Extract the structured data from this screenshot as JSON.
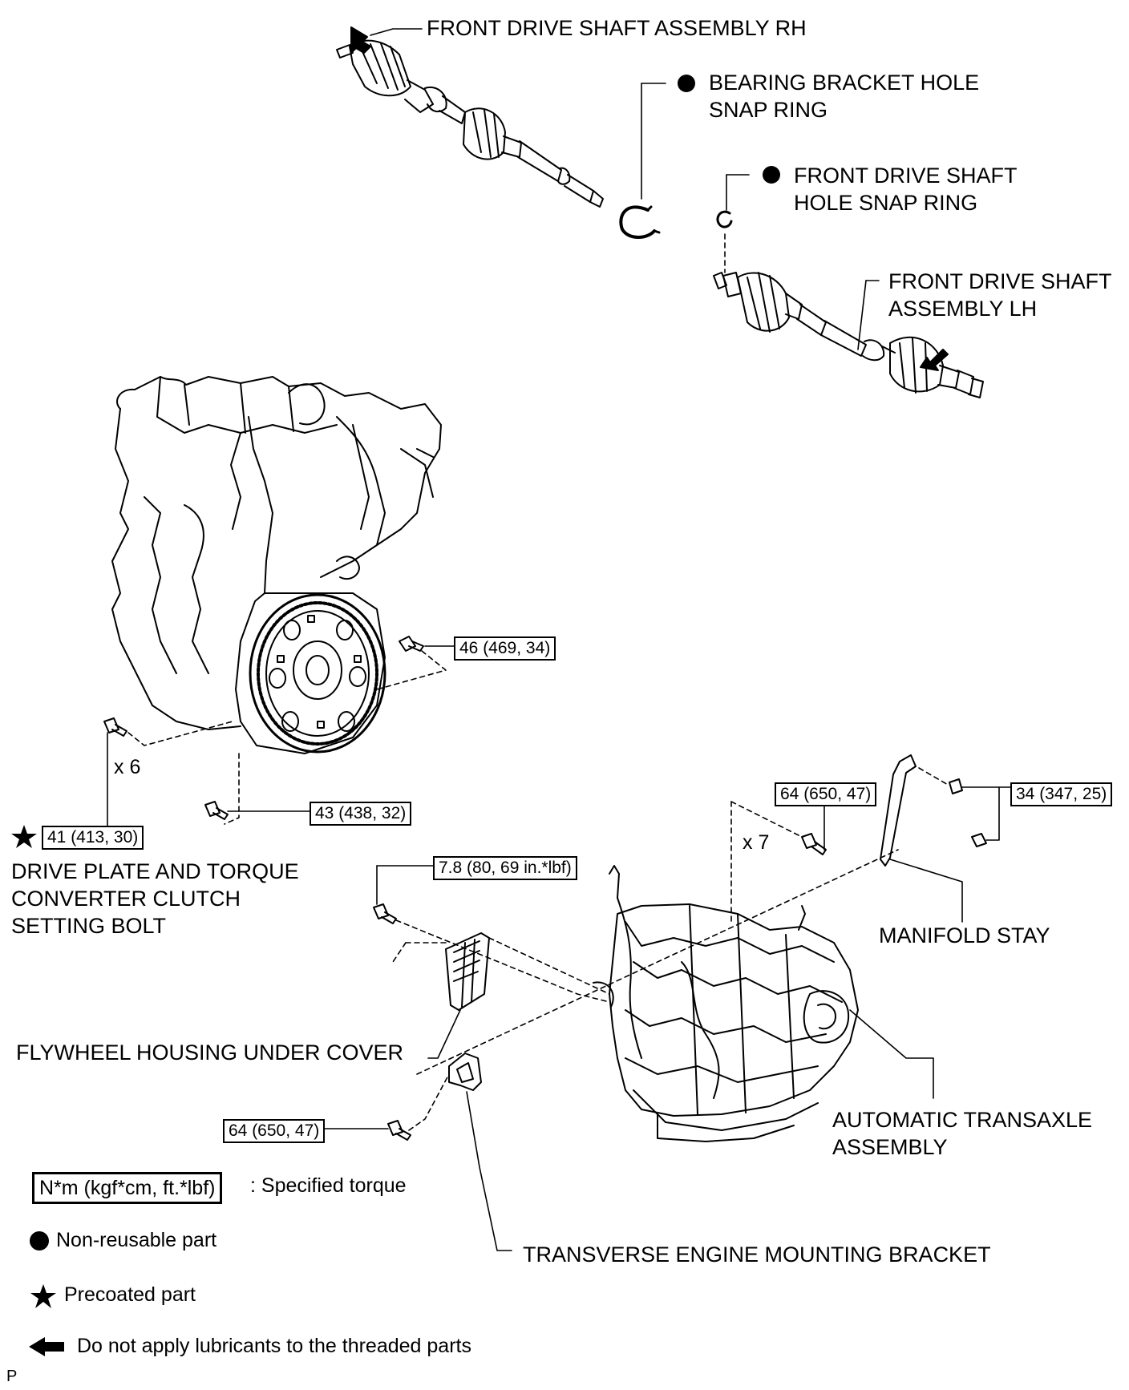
{
  "labels": {
    "shaft_rh": "FRONT DRIVE SHAFT ASSEMBLY RH",
    "bearing_snap_ring": "BEARING BRACKET HOLE\nSNAP RING",
    "shaft_hole_snap_ring": "FRONT DRIVE SHAFT\nHOLE SNAP RING",
    "shaft_lh": "FRONT DRIVE SHAFT\nASSEMBLY LH",
    "drive_plate_bolt": "DRIVE PLATE AND TORQUE\nCONVERTER CLUTCH\nSETTING BOLT",
    "manifold_stay": "MANIFOLD STAY",
    "flywheel_cover": "FLYWHEEL HOUSING UNDER COVER",
    "transaxle": "AUTOMATIC TRANSAXLE\nASSEMBLY",
    "mount_bracket": "TRANSVERSE ENGINE MOUNTING BRACKET",
    "qty_6": "x 6",
    "qty_7": "x 7",
    "page_code": "P"
  },
  "torques": {
    "t46": "46 (469, 34)",
    "t43": "43 (438, 32)",
    "t41": "41 (413, 30)",
    "t64_top": "64 (650, 47)",
    "t34": "34 (347, 25)",
    "t78": "7.8 (80, 69 in.*lbf)",
    "t64_bottom": "64 (650, 47)"
  },
  "legend": {
    "torque_unit": "N*m (kgf*cm, ft.*lbf)",
    "torque_desc": ": Specified torque",
    "non_reusable": "Non-reusable part",
    "precoated": "Precoated part",
    "no_lubricant": "Do not apply lubricants to the threaded parts"
  },
  "icons": {
    "non_reusable": "filled-circle-icon",
    "precoated": "star-icon",
    "no_lubricant": "arrow-icon"
  }
}
